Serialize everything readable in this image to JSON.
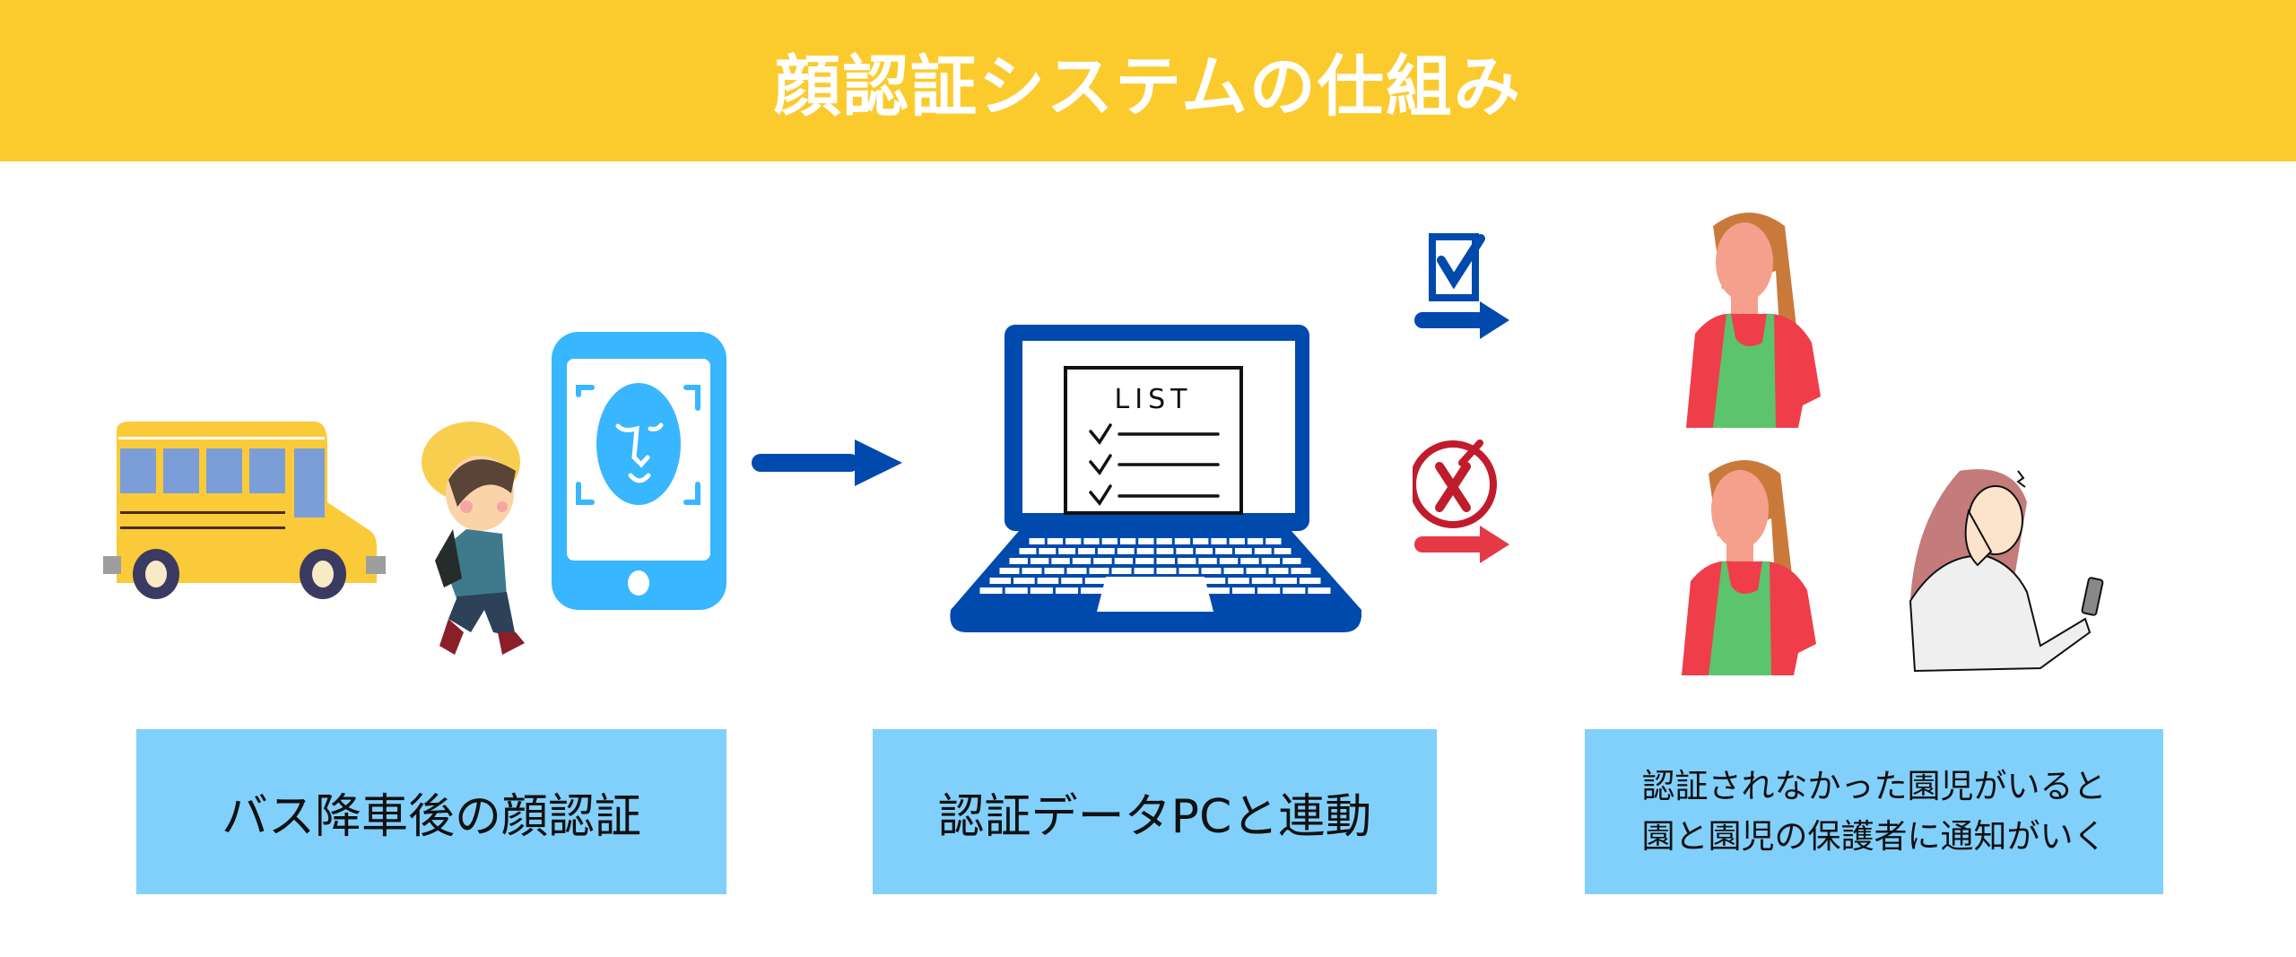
{
  "header": {
    "title": "顔認証システムの仕組み"
  },
  "laptop": {
    "screen_label": "LIST"
  },
  "steps": [
    {
      "label": "バス降車後の顔認証"
    },
    {
      "label": "認証データPCと連動"
    },
    {
      "lines": [
        "認証されなかった園児がいると",
        "園と園児の保護者に通知がいく"
      ]
    }
  ],
  "colors": {
    "header": "#FBCB2E",
    "box": "#81D0FC",
    "blue": "#004AAD",
    "red": "#E63946",
    "phone": "#38B6FF"
  }
}
